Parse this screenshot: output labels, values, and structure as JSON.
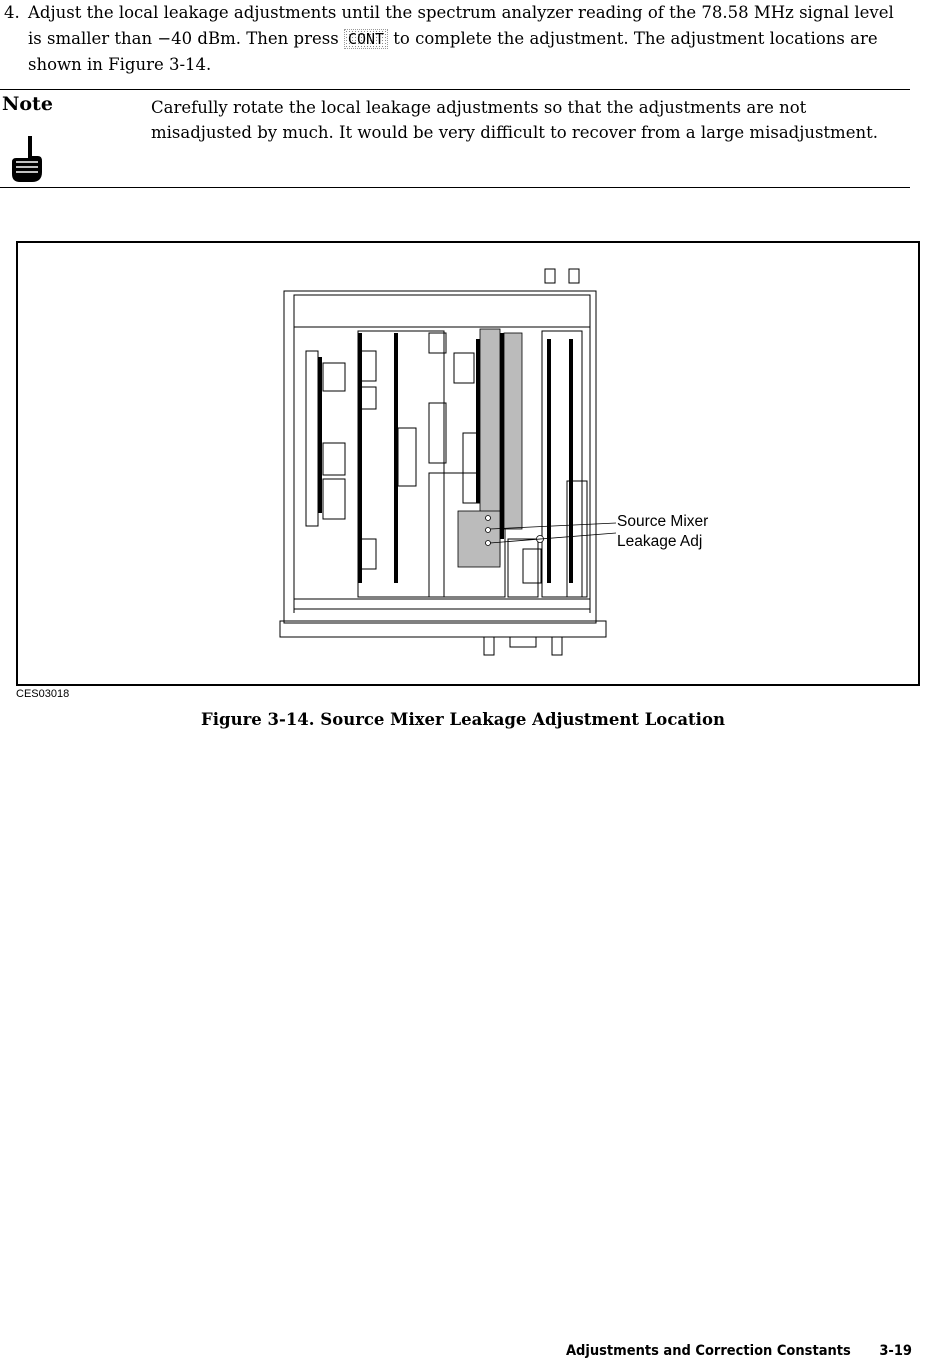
{
  "step": {
    "number": "4.",
    "text_before_key": "Adjust the local leakage adjustments until the spectrum analyzer reading of the 78.58 MHz signal level is smaller than −40 dBm. Then press",
    "key_label": "CONT",
    "text_after_key": "to complete the adjustment. The adjustment locations are shown in Figure 3-14."
  },
  "note": {
    "label": "Note",
    "icon": "pointing-hand-icon",
    "text": "Carefully rotate the local leakage adjustments so that the adjustments are not misadjusted by much. It would be very difficult to recover from a large misadjustment."
  },
  "figure": {
    "callout_line1": "Source Mixer",
    "callout_line2": "Leakage Adj",
    "drawing_id": "CES03018",
    "caption": "Figure 3-14. Source Mixer Leakage Adjustment Location"
  },
  "footer": {
    "section": "Adjustments and Correction Constants",
    "page": "3-19"
  }
}
